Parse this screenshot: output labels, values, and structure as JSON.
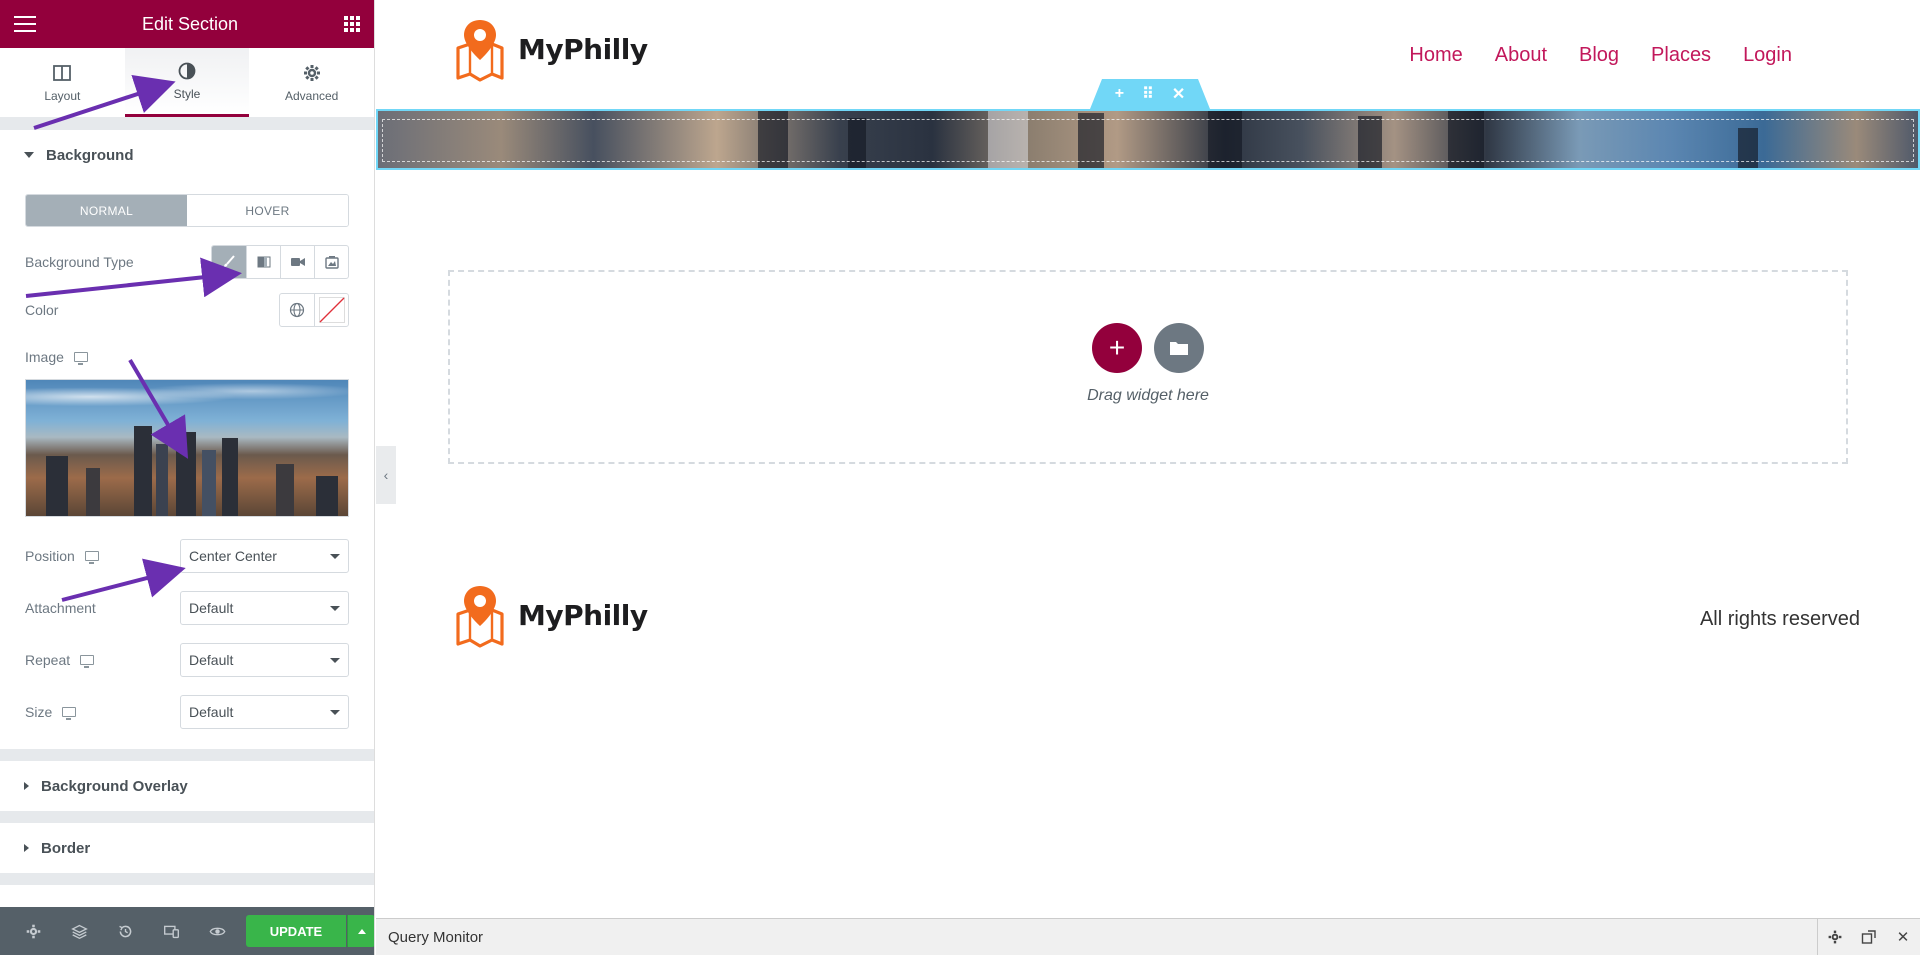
{
  "panel": {
    "title": "Edit Section",
    "tabs": [
      {
        "label": "Layout",
        "icon": "columns-icon"
      },
      {
        "label": "Style",
        "icon": "half-circle-icon"
      },
      {
        "label": "Advanced",
        "icon": "gear-icon"
      }
    ],
    "active_tab": "Style",
    "background_section": {
      "title": "Background",
      "state_toggle": {
        "normal": "NORMAL",
        "hover": "HOVER",
        "selected": "NORMAL"
      },
      "background_type_label": "Background Type",
      "background_type_options": [
        "classic",
        "gradient",
        "video",
        "slideshow"
      ],
      "background_type_selected": "classic",
      "color_label": "Color",
      "image_label": "Image",
      "position_label": "Position",
      "position_value": "Center Center",
      "attachment_label": "Attachment",
      "attachment_value": "Default",
      "repeat_label": "Repeat",
      "repeat_value": "Default",
      "size_label": "Size",
      "size_value": "Default"
    },
    "collapsed_sections": [
      "Background Overlay",
      "Border"
    ],
    "footer": {
      "update_label": "UPDATE",
      "accent": "#39b54a"
    },
    "accent": "#93003c"
  },
  "site": {
    "logo_text": "MyPhilly",
    "nav": [
      "Home",
      "About",
      "Blog",
      "Places",
      "Login"
    ],
    "dropzone_text": "Drag widget here",
    "footer_logo_text": "MyPhilly",
    "rights": "All rights reserved",
    "nav_color": "#c2185b"
  },
  "query_monitor": {
    "label": "Query Monitor"
  }
}
